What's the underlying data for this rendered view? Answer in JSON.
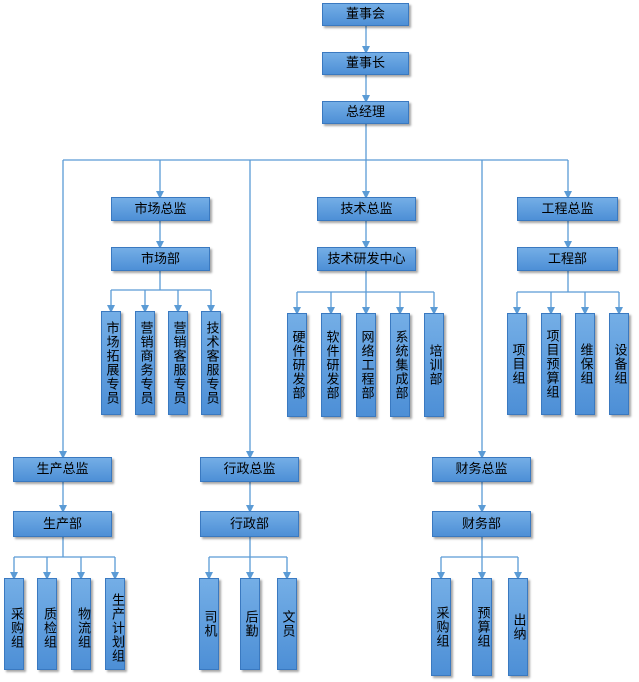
{
  "nodes": {
    "board": "董事会",
    "chairman": "董事长",
    "gm": "总经理",
    "mkt_dir": "市场总监",
    "tech_dir": "技术总监",
    "eng_dir": "工程总监",
    "mkt_dept": "市场部",
    "tech_center": "技术研发中心",
    "eng_dept": "工程部",
    "mkt_units": [
      "市场拓展专员",
      "营销商务专员",
      "营销客服专员",
      "技术客服专员"
    ],
    "tech_units": [
      "硬件研发部",
      "软件研发部",
      "网络工程部",
      "系统集成部",
      "培训部"
    ],
    "eng_units": [
      "项目组",
      "项目预算组",
      "维保组",
      "设备组"
    ],
    "prod_dir": "生产总监",
    "admin_dir": "行政总监",
    "fin_dir": "财务总监",
    "prod_dept": "生产部",
    "admin_dept": "行政部",
    "fin_dept": "财务部",
    "prod_units": [
      "采购组",
      "质检组",
      "物流组",
      "生产计划组"
    ],
    "admin_units": [
      "司机",
      "后勤",
      "文员"
    ],
    "fin_units": [
      "采购组",
      "预算组",
      "出纳"
    ]
  },
  "colors": {
    "box": "#5b9bdc",
    "line": "#5b9bd5"
  }
}
